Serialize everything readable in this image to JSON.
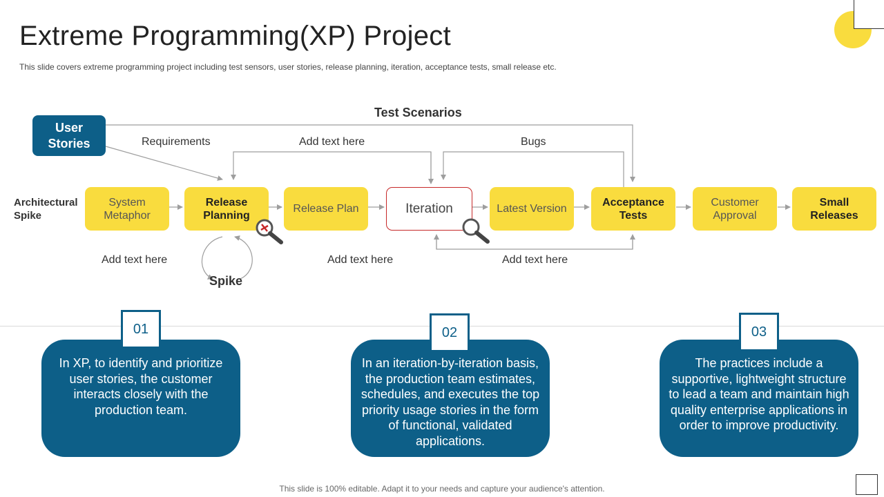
{
  "title": "Extreme Programming(XP) Project",
  "subtitle": "This slide covers extreme programming  project including test sensors, user stories, release planning, iteration, acceptance tests, small release etc.",
  "colors": {
    "yellow": "#f9dc3e",
    "blue": "#0d5f88",
    "red": "#c62828",
    "line": "#9e9e9e"
  },
  "diagram": {
    "user_stories": "User Stories",
    "test_scenarios": "Test Scenarios",
    "requirements": "Requirements",
    "add_text_top": "Add text here",
    "bugs": "Bugs",
    "architectural_spike": "Architectural Spike",
    "spike": "Spike",
    "add_text_bottom_left": "Add text here",
    "add_text_bottom_mid": "Add text here",
    "add_text_bottom_right": "Add text here",
    "steps": [
      "System Metaphor",
      "Release Planning",
      "Release Plan",
      "Iteration",
      "Latest Version",
      "Acceptance Tests",
      "Customer Approval",
      "Small Releases"
    ],
    "icons": [
      "magnifier-icon",
      "magnifier-icon"
    ]
  },
  "cards": [
    {
      "number": "01",
      "text": "In XP, to identify and prioritize user stories, the customer interacts closely with the production team."
    },
    {
      "number": "02",
      "text": "In an iteration-by-iteration basis, the production team estimates, schedules, and executes the top priority usage stories in the form of functional, validated applications."
    },
    {
      "number": "03",
      "text": "The practices include a supportive, lightweight structure to lead a team and maintain high quality enterprise applications in order to improve productivity."
    }
  ],
  "footer": "This slide is 100% editable. Adapt it to your needs and capture your audience's attention."
}
